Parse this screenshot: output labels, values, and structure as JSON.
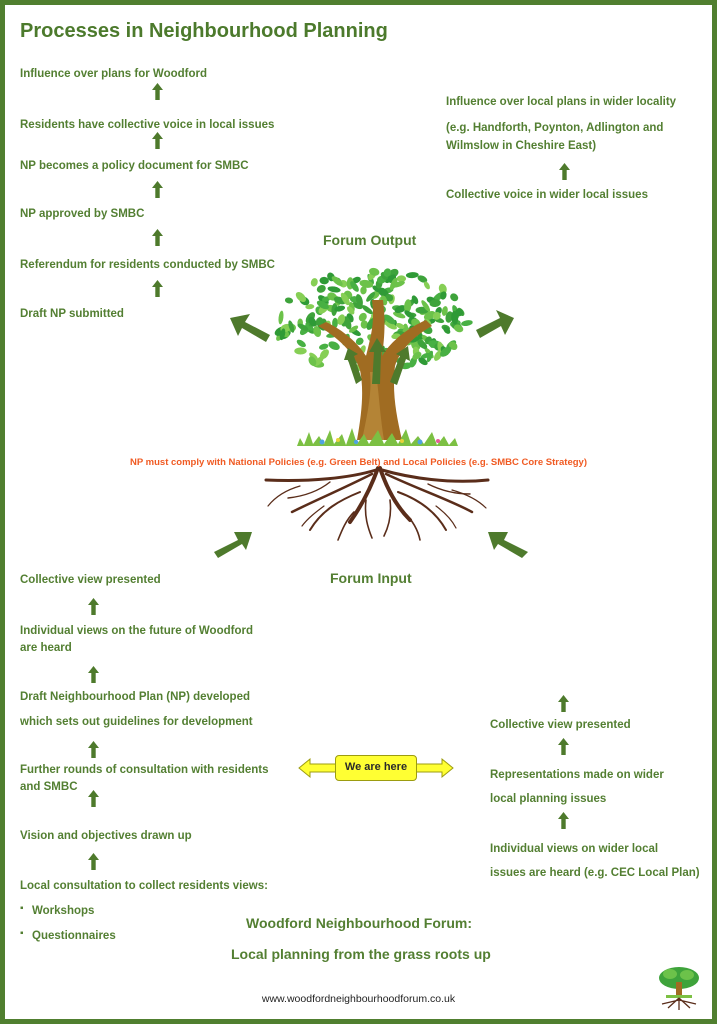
{
  "title": "Processes in Neighbourhood Planning",
  "output": {
    "heading": "Forum Output",
    "left_steps": [
      "Influence over plans for Woodford",
      "Residents have collective voice in local issues",
      "NP becomes a policy document for SMBC",
      "NP approved by SMBC",
      "Referendum for residents conducted by SMBC",
      "Draft NP submitted"
    ],
    "right_steps": {
      "line1": "Influence over local plans in wider locality",
      "line2": "(e.g. Handforth, Poynton, Adlington and",
      "line3": "Wilmslow in Cheshire East)",
      "line4": "Collective voice in wider local issues"
    }
  },
  "compliance_note": "NP must comply with National Policies (e.g. Green Belt) and  Local Policies (e.g. SMBC Core Strategy)",
  "input": {
    "heading": "Forum Input",
    "left_steps": {
      "collective": "Collective view presented",
      "individual_1": "Individual views on the future of Woodford",
      "individual_2": "are heard",
      "draft_1": "Draft Neighbourhood Plan (NP) developed",
      "draft_2": "which sets out guidelines for development",
      "further_1": "Further rounds of consultation with residents",
      "further_2": "and SMBC",
      "vision": "Vision and objectives drawn up",
      "local": "Local consultation to collect residents views:",
      "bullets": [
        "Workshops",
        "Questionnaires"
      ]
    },
    "right_steps": {
      "collective": "Collective view presented",
      "reps_1": "Representations made on wider",
      "reps_2": "local planning issues",
      "indiv_1": "Individual views on wider local",
      "indiv_2": "issues are heard (e.g. CEC Local Plan)"
    }
  },
  "marker": "We are here",
  "footer": {
    "line1": "Woodford Neighbourhood Forum:",
    "line2": "Local planning from the grass roots up",
    "url": "www.woodfordneighbourhoodforum.co.uk"
  },
  "colors": {
    "text_green": "#537f32",
    "arrow_green": "#4e7a2c",
    "border_green": "#507f2f",
    "note_orange": "#f05a22",
    "marker_yellow": "#ffff33",
    "leaf_green": "#3ea33b",
    "trunk_brown": "#9a6a22",
    "root_brown": "#5a2d1a"
  }
}
